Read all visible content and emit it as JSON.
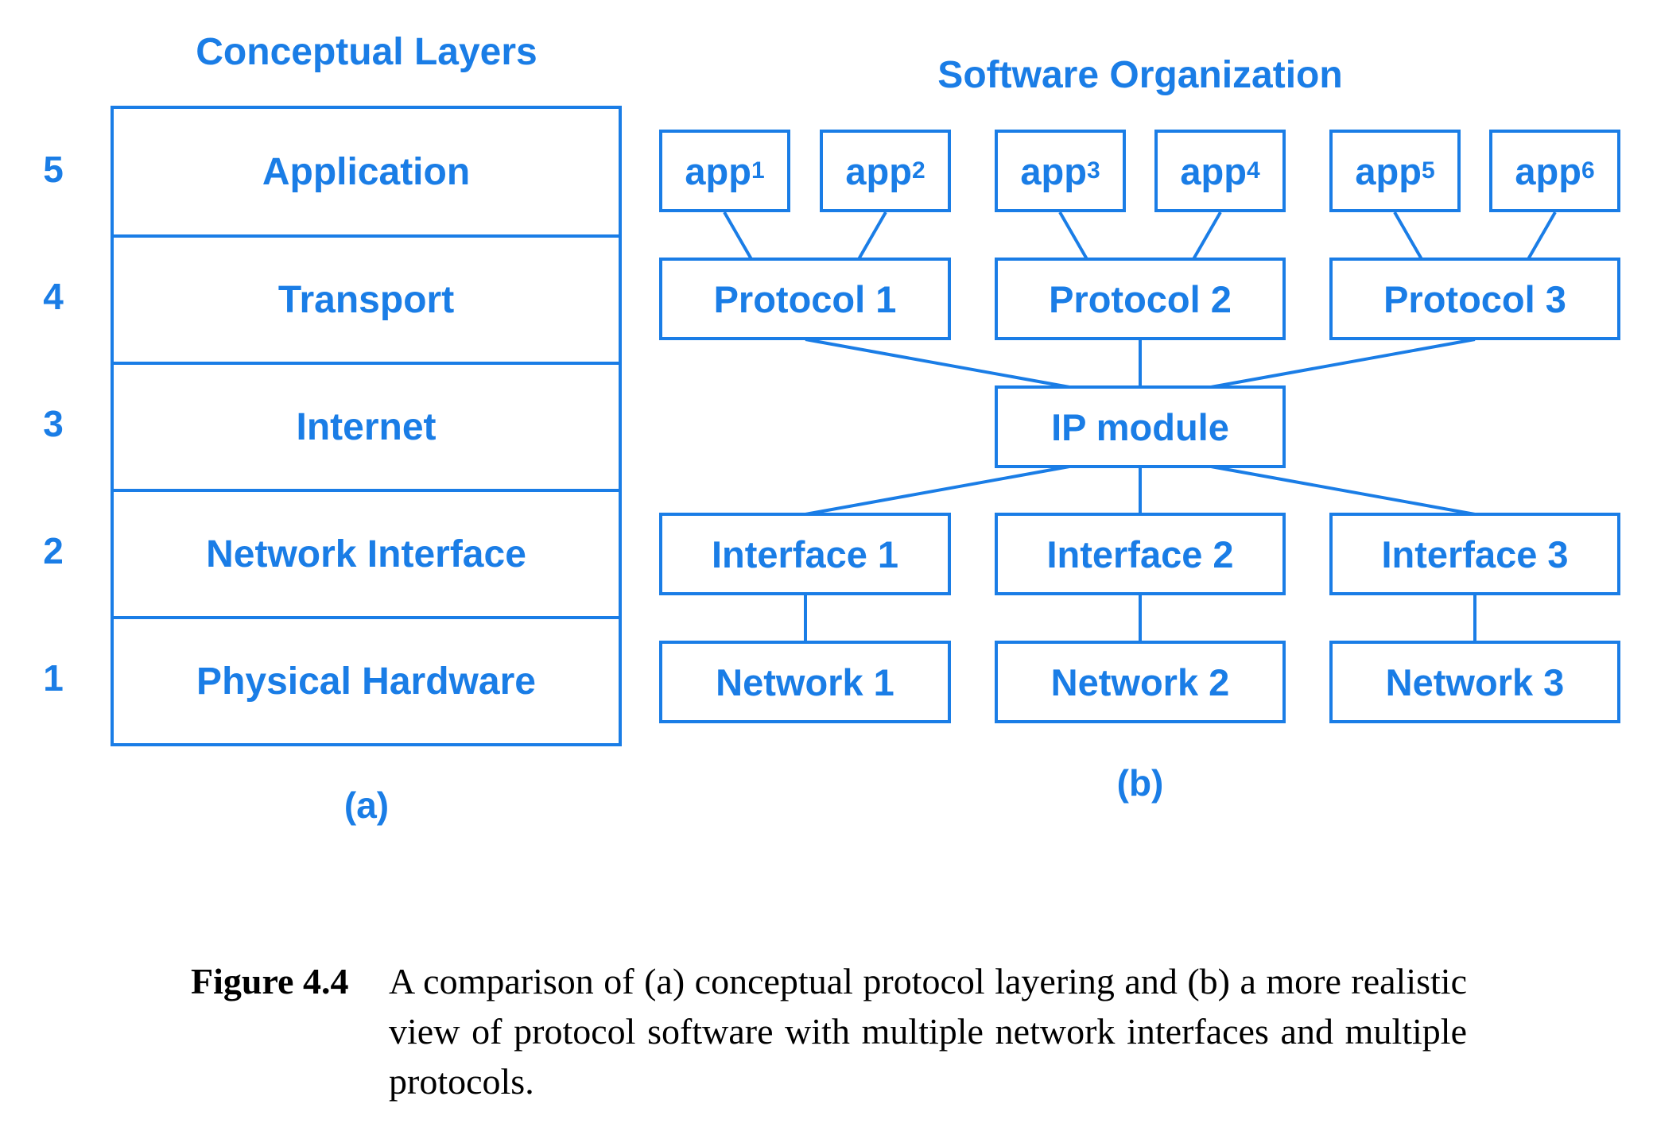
{
  "colors": {
    "accent": "#1a7de6",
    "caption": "#000000",
    "background": "#ffffff"
  },
  "left": {
    "title": "Conceptual Layers",
    "panel_label": "(a)",
    "layers": [
      {
        "number": "5",
        "name": "Application"
      },
      {
        "number": "4",
        "name": "Transport"
      },
      {
        "number": "3",
        "name": "Internet"
      },
      {
        "number": "2",
        "name": "Network Interface"
      },
      {
        "number": "1",
        "name": "Physical Hardware"
      }
    ]
  },
  "right": {
    "title": "Software Organization",
    "panel_label": "(b)",
    "apps": [
      {
        "base": "app",
        "sub": "1"
      },
      {
        "base": "app",
        "sub": "2"
      },
      {
        "base": "app",
        "sub": "3"
      },
      {
        "base": "app",
        "sub": "4"
      },
      {
        "base": "app",
        "sub": "5"
      },
      {
        "base": "app",
        "sub": "6"
      }
    ],
    "protocols": [
      "Protocol 1",
      "Protocol 2",
      "Protocol 3"
    ],
    "ip_module": "IP module",
    "interfaces": [
      "Interface 1",
      "Interface 2",
      "Interface 3"
    ],
    "networks": [
      "Network 1",
      "Network 2",
      "Network 3"
    ]
  },
  "caption": {
    "label": "Figure 4.4",
    "text": "A comparison of (a) conceptual protocol layering and (b) a more realistic view of protocol software with multiple network interfaces and multiple protocols."
  }
}
